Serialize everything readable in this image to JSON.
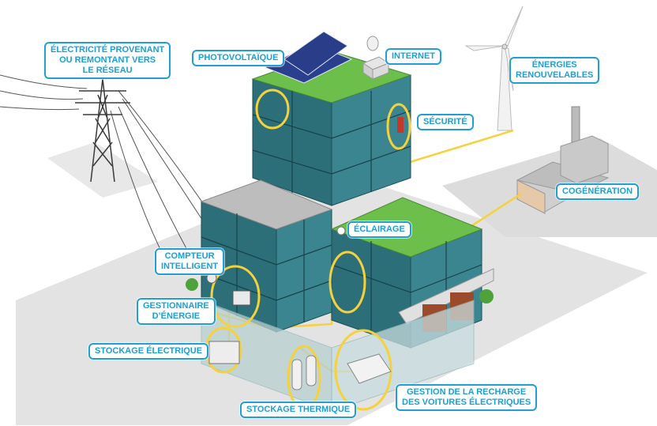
{
  "colors": {
    "label_border": "#1f9fd3",
    "label_text": "#1aa0d6",
    "wire": "#f5d23c",
    "highlight": "#f5d23c",
    "glass": "#2f7f8a",
    "roof_green": "#6cbf4b",
    "ground": "#d8d8d8"
  },
  "labels": {
    "grid": "ÉLECTRICITÉ PROVENANT\nOU REMONTANT VERS\nLE RÉSEAU",
    "photovoltaic": "PHOTOVOLTAÏQUE",
    "internet": "INTERNET",
    "renewables": "ÉNERGIES\nRENOUVELABLES",
    "security": "SÉCURITÉ",
    "cogeneration": "COGÉNÉRATION",
    "lighting": "ÉCLAIRAGE",
    "smart_meter": "COMPTEUR\nINTELLIGENT",
    "energy_manager": "GESTIONNAIRE\nD’ÉNERGIE",
    "electric_storage": "STOCKAGE ÉLECTRIQUE",
    "thermal_storage": "STOCKAGE THERMIQUE",
    "ev_charging": "GESTION DE LA RECHARGE\nDES VOITURES ÉLECTRIQUES"
  },
  "icons": [
    "pylon-icon",
    "wind-turbine-icon",
    "cogeneration-plant-icon",
    "solar-panel-icon",
    "satellite-dish-icon",
    "security-panel-icon",
    "lamp-icon",
    "smart-meter-icon",
    "computer-icon",
    "battery-icon",
    "thermal-tank-icon",
    "electric-car-icon"
  ]
}
